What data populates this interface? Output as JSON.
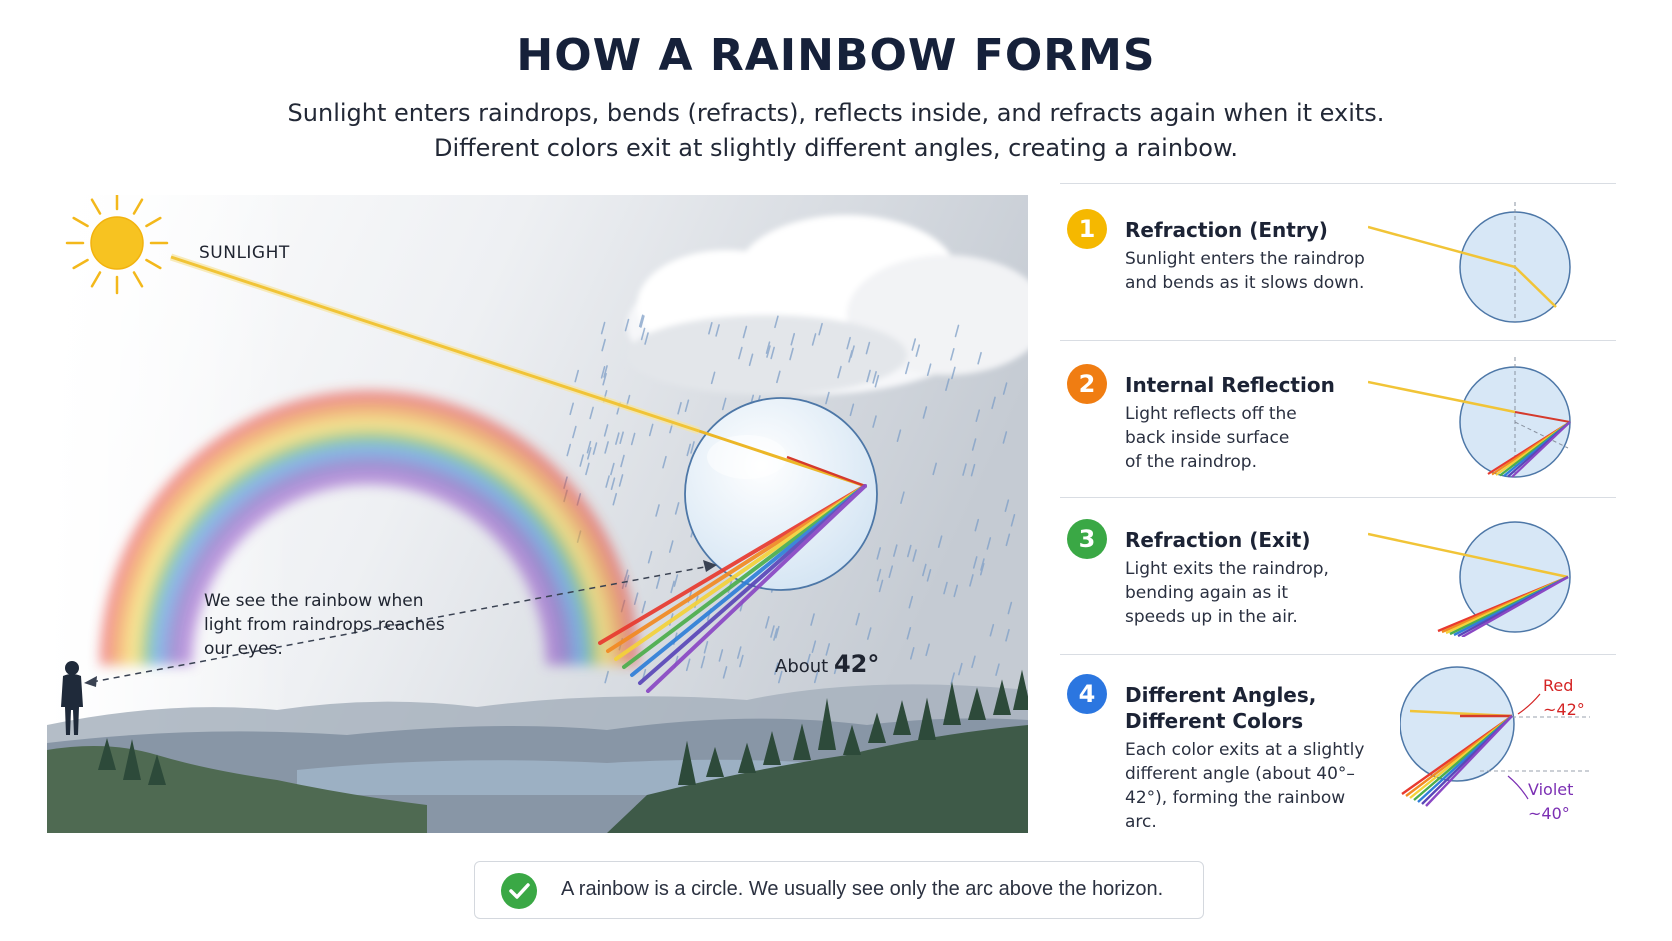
{
  "title": "HOW A RAINBOW FORMS",
  "subtitle": "Sunlight enters raindrops, bends (refracts), reflects inside, and refracts again when it exits. Different colors exit at slightly different angles, creating a rainbow.",
  "scene": {
    "sun_label": "SUNLIGHT",
    "observer_text": "We see the rainbow when light from raindrops reaches our eyes.",
    "angle_prefix": "About",
    "angle_value": "42°"
  },
  "steps": [
    {
      "number": "1",
      "title": "Refraction (Entry)",
      "description": "Sunlight enters the raindrop and bends as it slows down.",
      "color": "#f5b800"
    },
    {
      "number": "2",
      "title": "Internal Reflection",
      "description": "Light reflects off the back inside surface of the raindrop.",
      "color": "#f07d12"
    },
    {
      "number": "3",
      "title": "Refraction (Exit)",
      "description": "Light exits the raindrop, bending again as it speeds up in the air.",
      "color": "#3aa845"
    },
    {
      "number": "4",
      "title": "Different Angles, Different Colors",
      "description": "Each color exits at a slightly different angle (about 40°–42°), forming the rainbow arc.",
      "color": "#2b76e0"
    }
  ],
  "angle_labels": {
    "red": "Red ~42°",
    "violet": "Violet ~40°"
  },
  "callout": {
    "text": "A rainbow is a circle.  We usually see only the arc above the horizon."
  },
  "colors": {
    "sunlight": "#f3c640",
    "spectrum": [
      "#e83a2f",
      "#f28a22",
      "#f4d23a",
      "#4cae4c",
      "#2f7fd8",
      "#5a47b8",
      "#8a48c4"
    ]
  }
}
